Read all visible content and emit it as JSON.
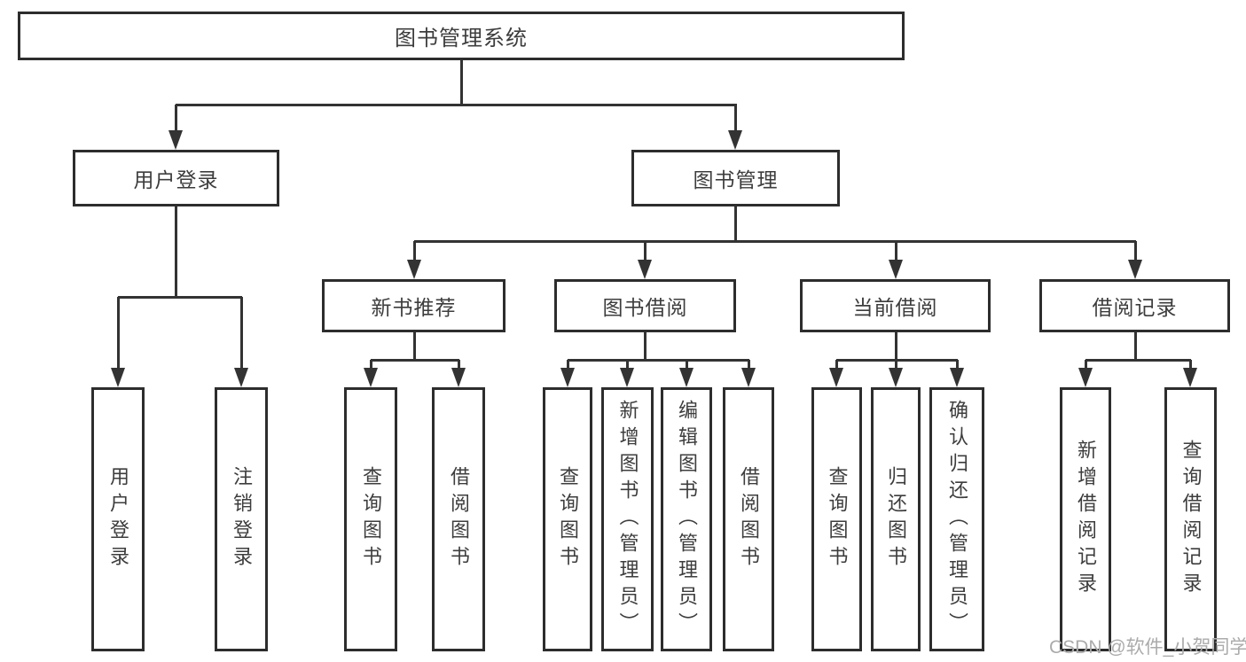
{
  "tree": {
    "label": "图书管理系统",
    "children": [
      {
        "label": "用户登录",
        "children": [
          {
            "label": "用户登录"
          },
          {
            "label": "注销登录"
          }
        ]
      },
      {
        "label": "图书管理",
        "children": [
          {
            "label": "新书推荐",
            "children": [
              {
                "label": "查询图书"
              },
              {
                "label": "借阅图书"
              }
            ]
          },
          {
            "label": "图书借阅",
            "children": [
              {
                "label": "查询图书"
              },
              {
                "label": "新增图书（管理员）"
              },
              {
                "label": "编辑图书（管理员）"
              },
              {
                "label": "借阅图书"
              }
            ]
          },
          {
            "label": "当前借阅",
            "children": [
              {
                "label": "查询图书"
              },
              {
                "label": "归还图书"
              },
              {
                "label": "确认归还（管理员）"
              }
            ]
          },
          {
            "label": "借阅记录",
            "children": [
              {
                "label": "新增借阅记录"
              },
              {
                "label": "查询借阅记录"
              }
            ]
          }
        ]
      }
    ]
  },
  "watermark": {
    "text": "CSDN @软件_小贺同学"
  },
  "colors": {
    "background": "#ffffff",
    "box_border": "#2d2d2d",
    "line": "#333333",
    "text": "#3d3d3d",
    "watermark": "#ababab"
  }
}
